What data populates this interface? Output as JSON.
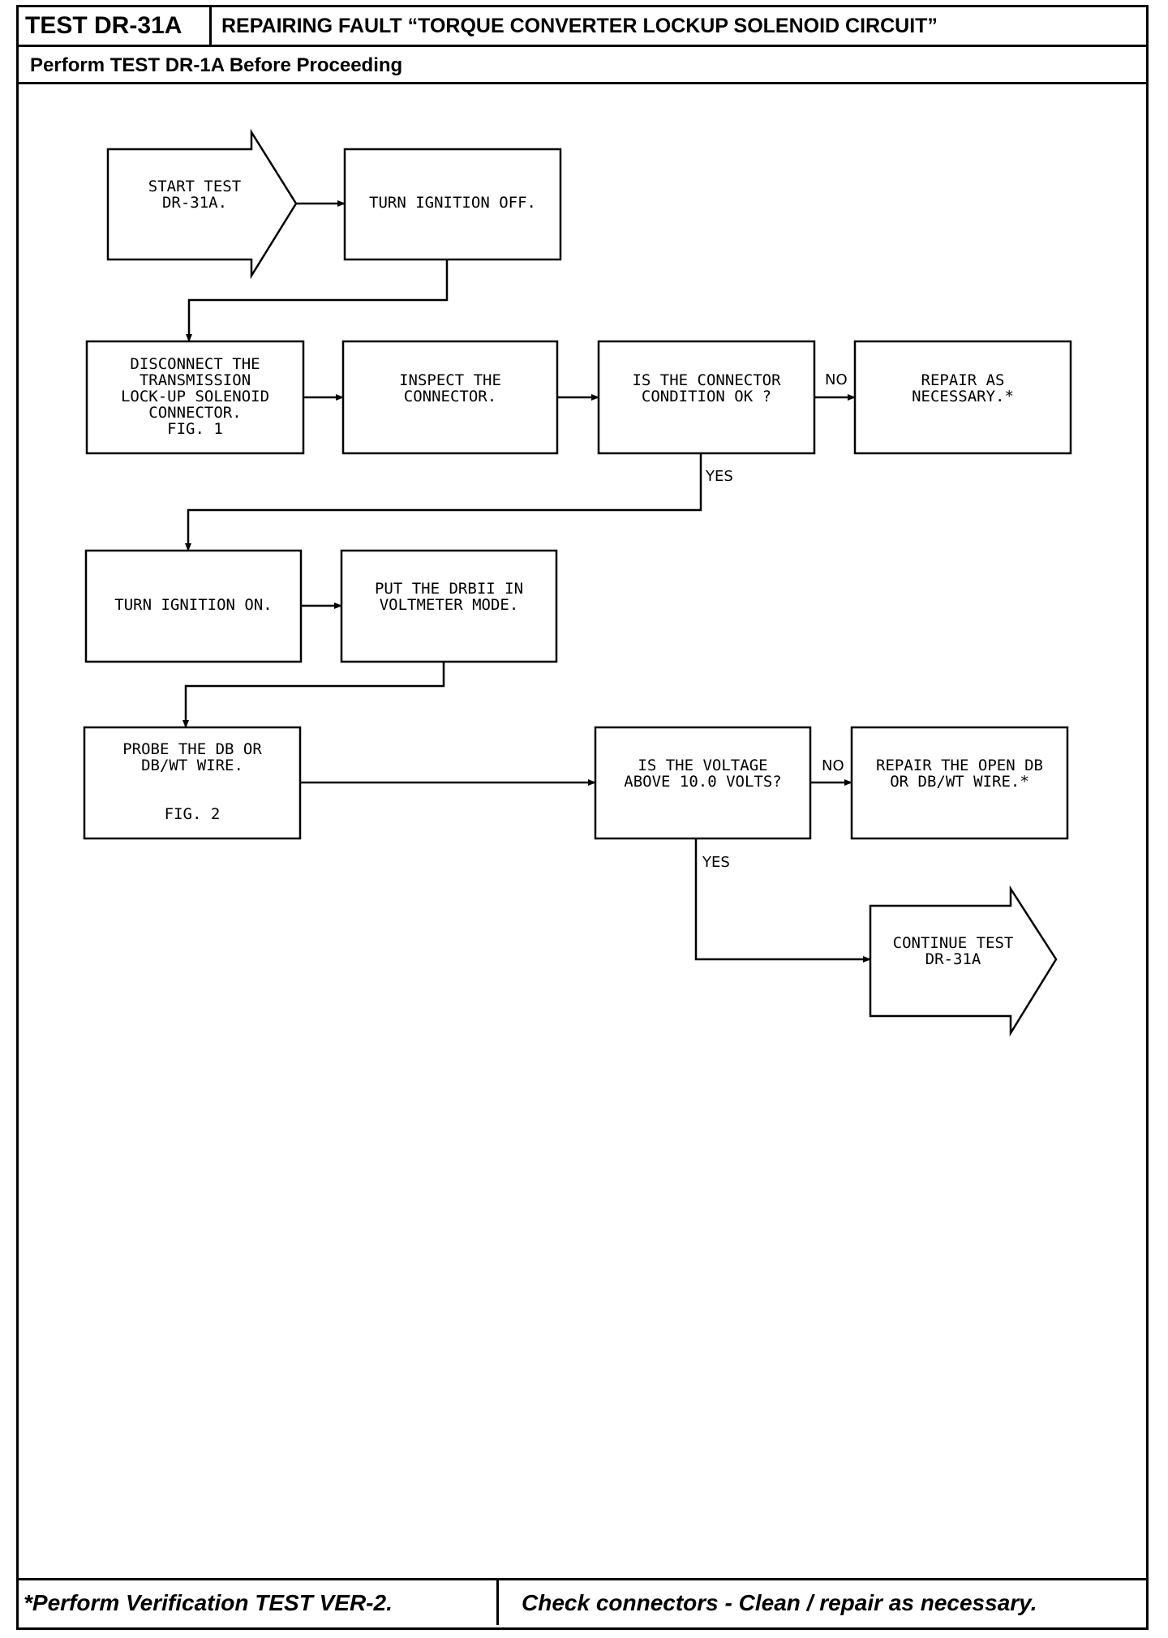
{
  "header": {
    "test_id": "TEST DR-31A",
    "title": "REPAIRING FAULT “TORQUE CONVERTER LOCKUP SOLENOID CIRCUIT”",
    "subtitle": "Perform TEST DR-1A Before Proceeding"
  },
  "flowchart": {
    "start": "START TEST\nDR-31A.",
    "turn_off": "TURN IGNITION OFF.",
    "disconnect": "DISCONNECT THE\nTRANSMISSION\nLOCK-UP SOLENOID\nCONNECTOR.\nFIG. 1",
    "inspect": "INSPECT THE\nCONNECTOR.",
    "connector_ok": "IS THE CONNECTOR\nCONDITION OK ?",
    "repair_necessary": "REPAIR AS\nNECESSARY.*",
    "turn_on": "TURN IGNITION ON.",
    "drbii_voltmeter": "PUT THE DRBII IN\nVOLTMETER MODE.",
    "probe_wire": "PROBE THE DB OR\nDB/WT WIRE.",
    "fig2": "FIG. 2",
    "voltage_check": "IS THE VOLTAGE\nABOVE 10.0 VOLTS?",
    "repair_open": "REPAIR THE OPEN DB\nOR DB/WT WIRE.*",
    "continue": "CONTINUE TEST\nDR-31A",
    "no1": "NO",
    "yes1": "YES",
    "no2": "NO",
    "yes2": "YES"
  },
  "footer": {
    "left": "*Perform Verification TEST VER-2.",
    "right": "Check connectors - Clean / repair as necessary."
  }
}
